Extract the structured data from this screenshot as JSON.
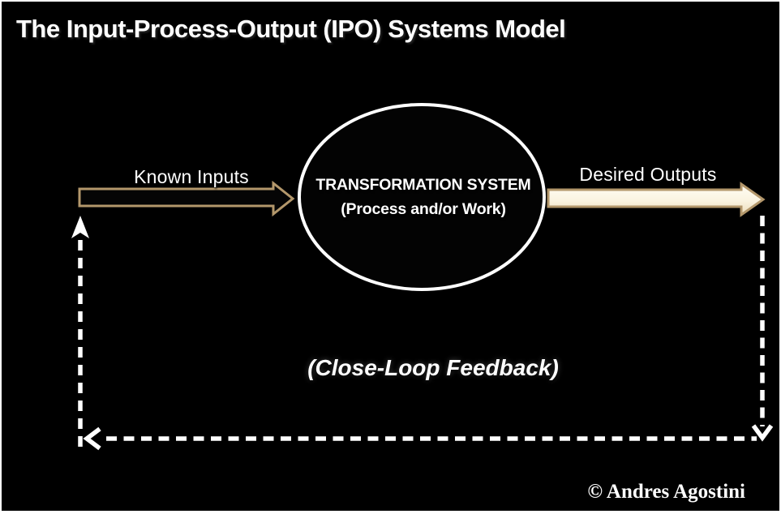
{
  "page": {
    "title": "The Input-Process-Output (IPO) Systems Model"
  },
  "diagram": {
    "type": "flow-diagram",
    "input_arrow": {
      "label": "Known Inputs",
      "style": "hollow block arrow pointing right",
      "direction": "left-to-right"
    },
    "transformation": {
      "shape": "ellipse",
      "line1": "TRANSFORMATION SYSTEM",
      "line2": "(Process and/or Work)"
    },
    "output_arrow": {
      "label": "Desired Outputs",
      "style": "cream-filled block arrow pointing right",
      "direction": "left-to-right"
    },
    "feedback": {
      "label": "(Close-Loop Feedback)",
      "line_style": "white dashed loop: down from outputs, left along bottom, up to inputs"
    }
  },
  "footer": {
    "copyright": "© Andres Agostini"
  },
  "colors": {
    "background": "#000000",
    "frame": "#ffffff",
    "arrow_outline": "#b3976b",
    "output_arrow_fill_top": "#fffdf4",
    "output_arrow_fill_bottom": "#ecdcba",
    "input_arrow_fill": "#050505",
    "dashed_line": "#ffffff",
    "ellipse_stroke": "#ffffff",
    "text": "#ffffff"
  }
}
